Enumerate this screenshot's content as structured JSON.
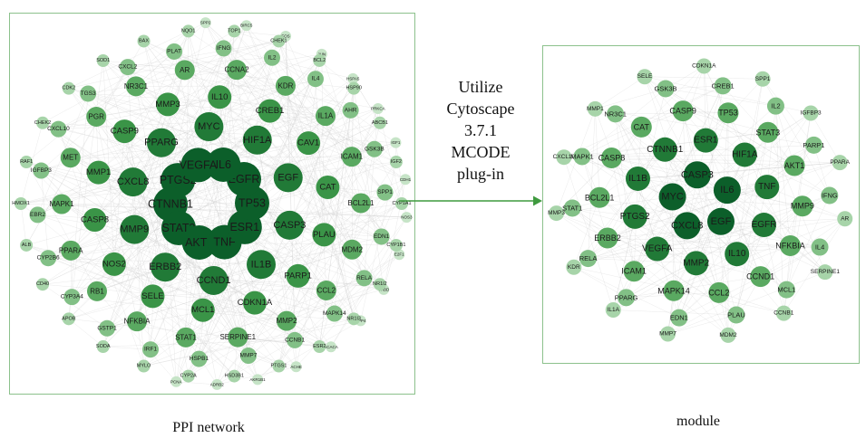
{
  "left_caption": "PPI network",
  "right_caption": "module",
  "arrow_text": [
    "Utilize",
    "Cytoscape",
    "3.7.1",
    "MCODE",
    "plug-in"
  ],
  "colors": {
    "border": "#8cc18c",
    "arrow": "#3f9a3f",
    "edge": "#c9c9c9"
  },
  "ppi_nodes": [
    "VEGFA",
    "IL6",
    "EGFR",
    "TP53",
    "ESR1",
    "TNF",
    "AKT1",
    "STAT3",
    "CTNNB1",
    "PTGS2",
    "MYC",
    "HIF1A",
    "EGF",
    "CASP3",
    "IL1B",
    "CCND1",
    "ERBB2",
    "MMP9",
    "CXCL8",
    "PPARG",
    "IL10",
    "CREB1",
    "CAV1",
    "CAT",
    "PLAU",
    "PARP1",
    "CDKN1A",
    "MCL1",
    "SELE",
    "NOS2",
    "CASP8",
    "MMP1",
    "CASP9",
    "MMP3",
    "CCNA2",
    "KDR",
    "IL1A",
    "ICAM1",
    "BCL2L1",
    "MDM2",
    "CCL2",
    "MMP2",
    "SERPINE1",
    "STAT1",
    "NFKBIA",
    "RB1",
    "PPARA",
    "MAPK1",
    "MET",
    "PGR",
    "NR3C1",
    "AR",
    "IFNG",
    "IL2",
    "IL4",
    "AHR",
    "GSK3B",
    "SPP1",
    "EDN1",
    "RELA",
    "MAPK14",
    "CCNB1",
    "MMP7",
    "HSPB1",
    "IRF1",
    "GSTP1",
    "CYP3A4",
    "CYP2B6",
    "EBR2",
    "IGFBP3",
    "CXCL10",
    "TGS3",
    "CXCL2",
    "PLAT",
    "TOP1",
    "CHEK1",
    "BCL2",
    "HSP90",
    "ABCB1",
    "IGF2",
    "CYP1A1",
    "CYP1B1",
    "NR1I2",
    "NR1I3",
    "ESR2",
    "PTGS1",
    "HSD3B1",
    "CYP2A",
    "MYLO",
    "SODA",
    "APOB",
    "CD40",
    "ALB",
    "HMOX1",
    "RAF1",
    "CHEK2",
    "CDK2",
    "SOD1",
    "BAX",
    "NQO1",
    "SPP2",
    "BIRC5",
    "FOS",
    "JUN",
    "HSPA5",
    "PRKCA",
    "IGF1",
    "CDH1",
    "NOS3",
    "E2F1",
    "THBD",
    "DPP4",
    "ACACA",
    "ACHE",
    "AKR1B1",
    "ADRB2",
    "PCNA"
  ],
  "module_nodes": [
    "CASP3",
    "IL6",
    "EGF",
    "CXCL8",
    "MYC",
    "ESR1",
    "HIF1A",
    "TNF",
    "EGFR",
    "IL10",
    "MMP2",
    "VEGFA",
    "PTGS2",
    "IL1B",
    "CTNNB1",
    "TP53",
    "STAT3",
    "AKT1",
    "MMP9",
    "NFKBIA",
    "CCND1",
    "CCL2",
    "MAPK14",
    "ICAM1",
    "ERBB2",
    "BCL2L1",
    "CASP8",
    "CAT",
    "CASP9",
    "CREB1",
    "IL2",
    "PARP1",
    "IFNG",
    "IL4",
    "MCL1",
    "PLAU",
    "EDN1",
    "PPARG",
    "RELA",
    "STAT1",
    "MAPK1",
    "NR3C1",
    "GSK3B",
    "CDKN1A",
    "SPP1",
    "IGFBP3",
    "PPARA",
    "AR",
    "SERPINE1",
    "CCNB1",
    "MDM2",
    "MMP7",
    "IL1A",
    "KDR",
    "MMP3",
    "CXCL10",
    "MMP1",
    "SELE"
  ]
}
